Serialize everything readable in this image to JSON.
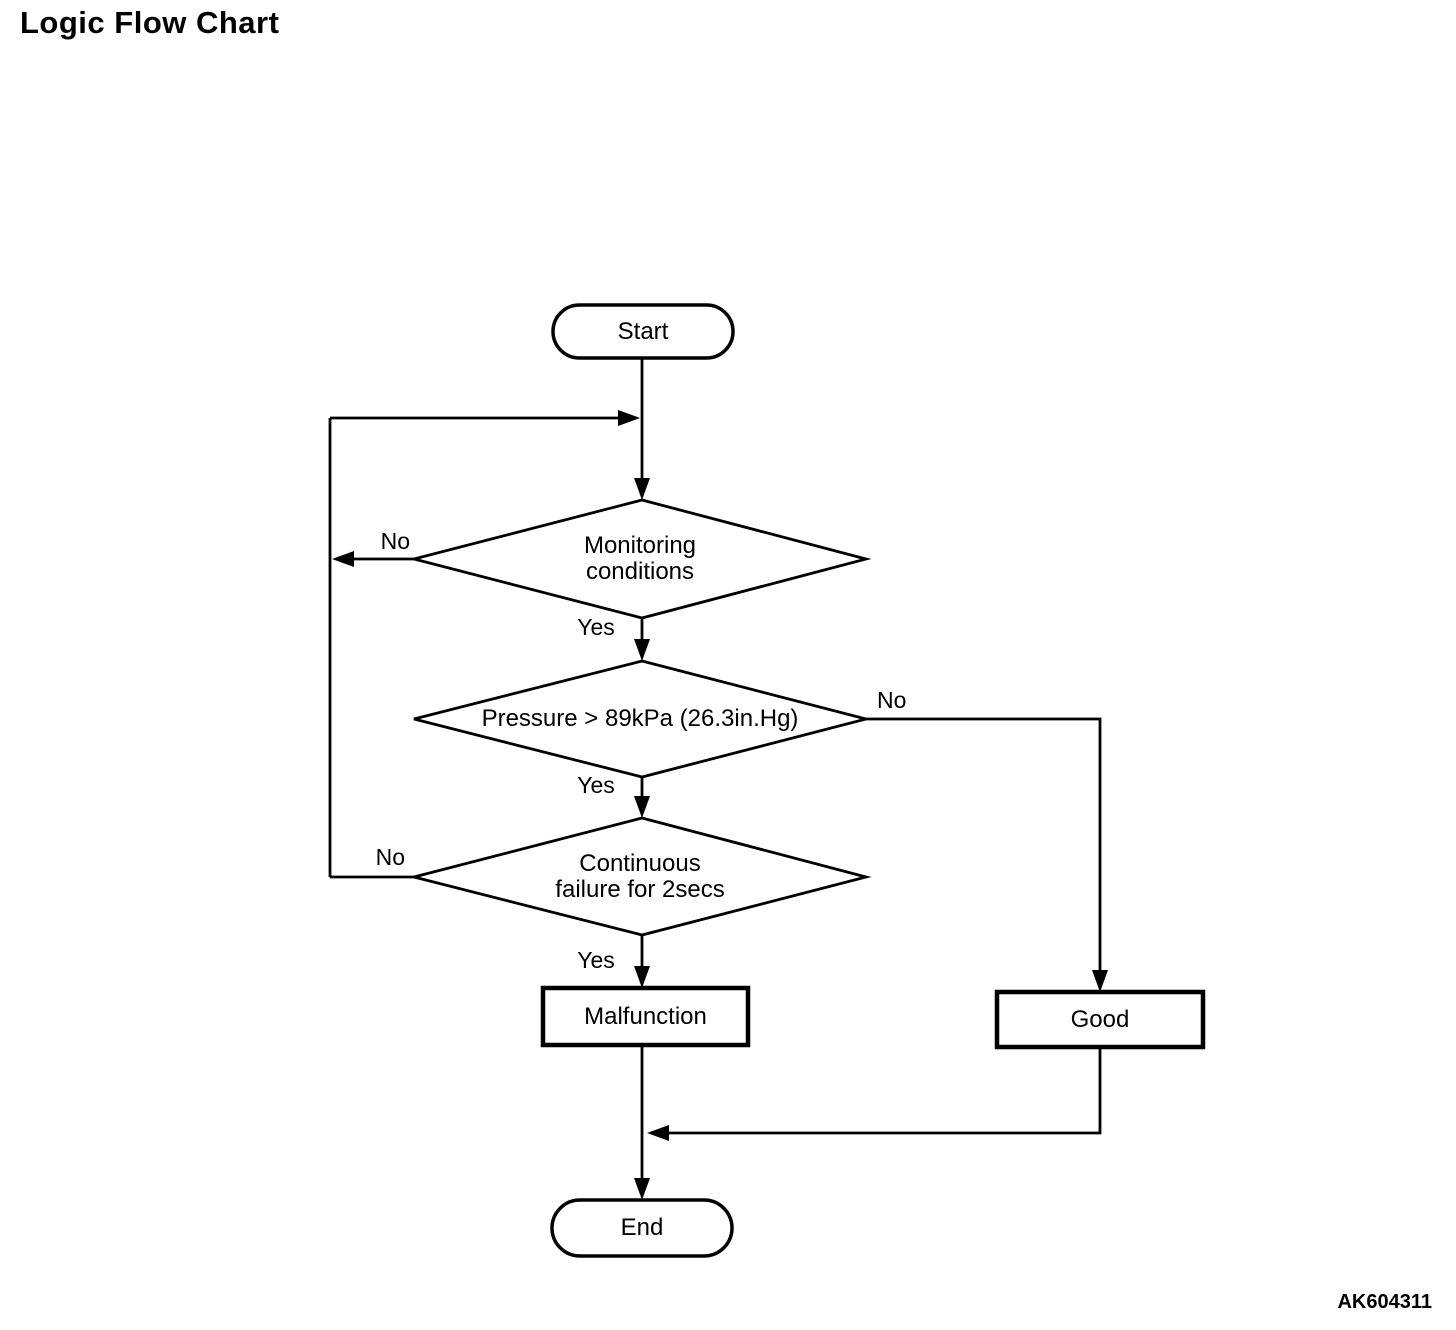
{
  "page": {
    "title": "Logic Flow Chart",
    "figure_code": "AK604311",
    "background_color": "#ffffff",
    "line_color": "#000000"
  },
  "flowchart": {
    "nodes": [
      {
        "id": "start",
        "type": "terminator",
        "label": "Start"
      },
      {
        "id": "monitoring",
        "type": "decision",
        "label": "Monitoring\nconditions"
      },
      {
        "id": "pressure",
        "type": "decision",
        "label": "Pressure > 89kPa (26.3in.Hg)"
      },
      {
        "id": "continuous",
        "type": "decision",
        "label": "Continuous\nfailure for 2secs"
      },
      {
        "id": "malfunction",
        "type": "process",
        "label": "Malfunction"
      },
      {
        "id": "good",
        "type": "process",
        "label": "Good"
      },
      {
        "id": "end",
        "type": "terminator",
        "label": "End"
      }
    ],
    "edges": [
      {
        "from": "start",
        "to": "monitoring"
      },
      {
        "from": "monitoring",
        "to": "pressure",
        "label": "Yes"
      },
      {
        "from": "monitoring",
        "to": "loop-back",
        "label": "No"
      },
      {
        "from": "pressure",
        "to": "continuous",
        "label": "Yes"
      },
      {
        "from": "pressure",
        "to": "good",
        "label": "No"
      },
      {
        "from": "continuous",
        "to": "malfunction",
        "label": "Yes"
      },
      {
        "from": "continuous",
        "to": "loop-back",
        "label": "No"
      },
      {
        "from": "malfunction",
        "to": "end"
      },
      {
        "from": "good",
        "to": "end"
      }
    ]
  }
}
